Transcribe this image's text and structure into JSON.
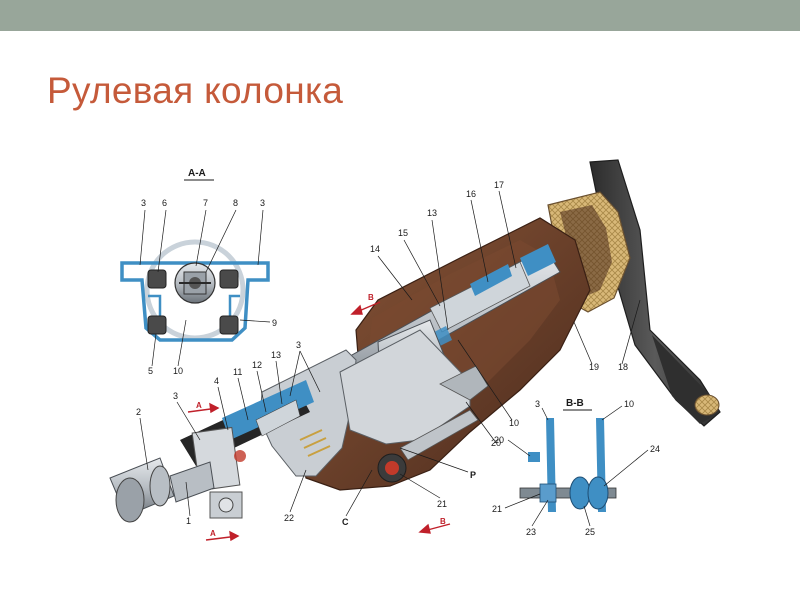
{
  "slide": {
    "title": "Рулевая колонка",
    "bar_color": "#98a69a",
    "title_color": "#c55a3a"
  },
  "diagram": {
    "section_aa": {
      "caption": "А-А",
      "labels": [
        "3",
        "6",
        "7",
        "8",
        "3",
        "9",
        "5",
        "10"
      ]
    },
    "section_bb": {
      "caption": "В-В",
      "labels": [
        "3",
        "10",
        "20",
        "24",
        "21",
        "23",
        "25"
      ]
    },
    "main_labels": [
      "2",
      "3",
      "4",
      "11",
      "12",
      "13",
      "3",
      "1",
      "22",
      "С",
      "21",
      "Р",
      "20",
      "10",
      "19",
      "18",
      "14",
      "15",
      "13",
      "16",
      "17"
    ],
    "cut_marks": [
      "А",
      "А",
      "В",
      "В"
    ],
    "colors": {
      "housing": "#6b3f2a",
      "housing_dark": "#4a2a1c",
      "steel": "#b8bec4",
      "steel_dark": "#6c737a",
      "blue": "#3f8fc4",
      "wheel": "#3a3a3a",
      "rim": "#d8b878",
      "cut_mark": "#c0202a"
    }
  }
}
